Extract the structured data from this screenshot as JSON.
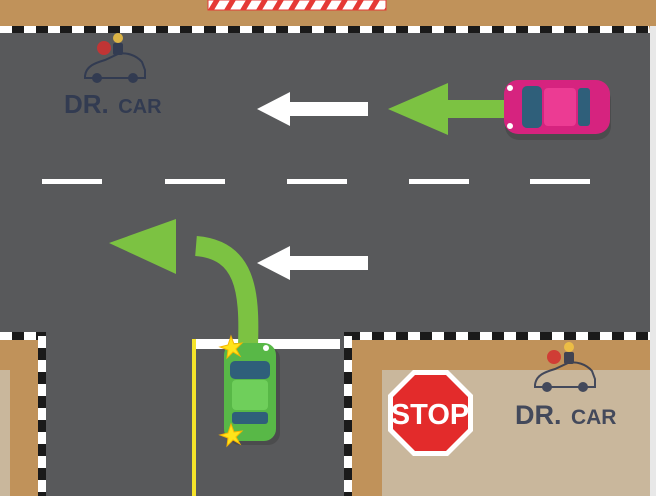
{
  "scene": {
    "title": "",
    "colors": {
      "asphalt": "#58595b",
      "sidewalk": "#c0925a",
      "curb_light": "#ffffff",
      "curb_dark": "#1a1a1a",
      "lot": "#c9b79c",
      "lane_marking": "#ffffff",
      "stop_line": "#ffffff",
      "yellow_line": "#f5e32a",
      "arrow_green": "#7cc242",
      "car_pink": "#d6237f",
      "car_green": "#58b847",
      "car_window": "#2f5f7a",
      "stop_red": "#e32b2b"
    },
    "watermarks": [
      {
        "id": "top",
        "text_dr": "DR.",
        "text_car": "CAR"
      },
      {
        "id": "bottom",
        "text_dr": "DR.",
        "text_car": "CAR"
      }
    ],
    "stop_sign": {
      "text": "STOP"
    },
    "vehicles": [
      {
        "id": "pink-car",
        "color": "pink",
        "heading": "west",
        "lane": "upper"
      },
      {
        "id": "green-car",
        "color": "green",
        "heading": "north",
        "action": "left turn",
        "signals": "left blinkers on"
      }
    ],
    "arrows": [
      {
        "id": "pink-path",
        "color": "green",
        "direction": "west"
      },
      {
        "id": "upper-lane-direction",
        "color": "white",
        "direction": "west"
      },
      {
        "id": "green-car-path",
        "color": "green",
        "direction": "turn-left"
      },
      {
        "id": "lower-lane-direction",
        "color": "white",
        "direction": "west"
      }
    ]
  }
}
